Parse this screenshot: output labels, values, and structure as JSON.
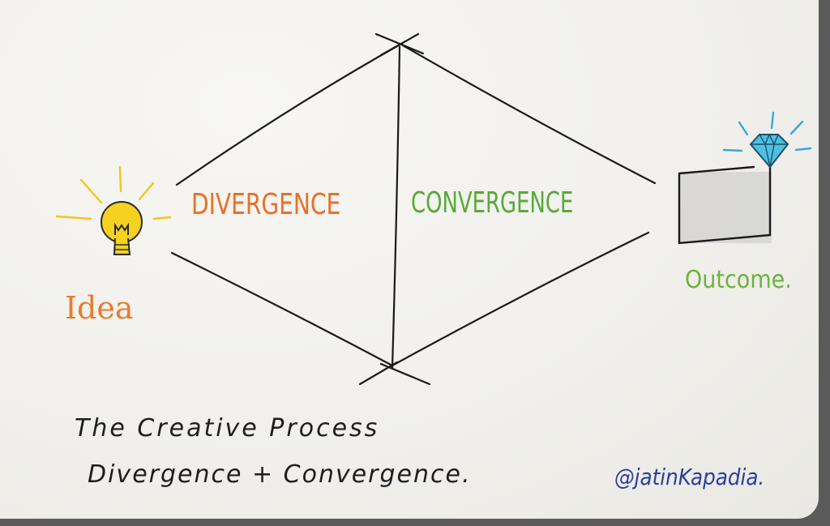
{
  "labels": {
    "divergence": "DIVERGENCE",
    "convergence": "CONVERGENCE",
    "idea": "Idea",
    "outcome": "Outcome."
  },
  "caption": {
    "title": "The Creative Process",
    "subtitle": "Divergence + Convergence."
  },
  "author": "@jatinKapadia.",
  "icons": {
    "idea": "lightbulb-icon",
    "outcome_box": "box-icon",
    "outcome_gem": "diamond-icon"
  },
  "colors": {
    "divergence": "#e8702a",
    "convergence": "#5aa83a",
    "idea": "#ec7a2c",
    "outcome": "#6cb33c",
    "author": "#2b3f9a",
    "ink": "#1e1e1e",
    "bulb": "#f4d21f",
    "gem": "#3aa6d8"
  }
}
